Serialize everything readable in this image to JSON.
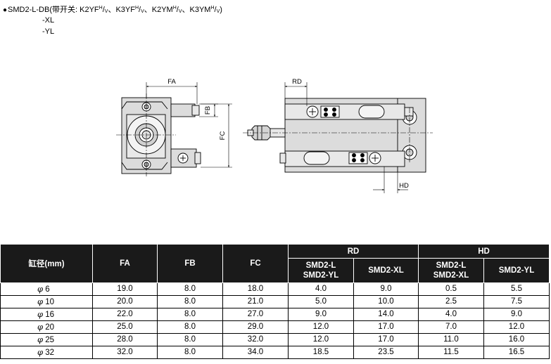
{
  "header": {
    "bullet": "●",
    "model": "SMD2-L-DB",
    "switch_prefix": "(带开关: ",
    "switches": [
      {
        "base": "K2YF",
        "sup": "H",
        "sub": "V",
        "sep": "、"
      },
      {
        "base": "K3YF",
        "sup": "H",
        "sub": "V",
        "sep": "、"
      },
      {
        "base": "K2YM",
        "sup": "H",
        "sub": "V",
        "sep": "、"
      },
      {
        "base": "K3YM",
        "sup": "H",
        "sub": "V",
        "sep": ")"
      }
    ],
    "variant_lines": [
      "-XL",
      "-YL"
    ]
  },
  "drawing_labels": {
    "fa": "FA",
    "fb": "FB",
    "fc": "FC",
    "rd": "RD",
    "hd": "HD"
  },
  "table": {
    "col_bore": "缸径(mm)",
    "col_fa": "FA",
    "col_fb": "FB",
    "col_fc": "FC",
    "group_rd": "RD",
    "group_hd": "HD",
    "sub_l_yl": [
      "SMD2-L",
      "SMD2-YL"
    ],
    "sub_xl": "SMD2-XL",
    "sub_l_xl": [
      "SMD2-L",
      "SMD2-XL"
    ],
    "sub_yl": "SMD2-YL",
    "phi": "φ",
    "rows": [
      {
        "size": "6",
        "fa": "19.0",
        "fb": "8.0",
        "fc": "18.0",
        "rd1": "4.0",
        "rd2": "9.0",
        "hd1": "0.5",
        "hd2": "5.5"
      },
      {
        "size": "10",
        "fa": "20.0",
        "fb": "8.0",
        "fc": "21.0",
        "rd1": "5.0",
        "rd2": "10.0",
        "hd1": "2.5",
        "hd2": "7.5"
      },
      {
        "size": "16",
        "fa": "22.0",
        "fb": "8.0",
        "fc": "27.0",
        "rd1": "9.0",
        "rd2": "14.0",
        "hd1": "4.0",
        "hd2": "9.0"
      },
      {
        "size": "20",
        "fa": "25.0",
        "fb": "8.0",
        "fc": "29.0",
        "rd1": "12.0",
        "rd2": "17.0",
        "hd1": "7.0",
        "hd2": "12.0"
      },
      {
        "size": "25",
        "fa": "28.0",
        "fb": "8.0",
        "fc": "32.0",
        "rd1": "12.0",
        "rd2": "17.0",
        "hd1": "11.0",
        "hd2": "16.0"
      },
      {
        "size": "32",
        "fa": "32.0",
        "fb": "8.0",
        "fc": "34.0",
        "rd1": "18.5",
        "rd2": "23.5",
        "hd1": "11.5",
        "hd2": "16.5"
      }
    ]
  }
}
